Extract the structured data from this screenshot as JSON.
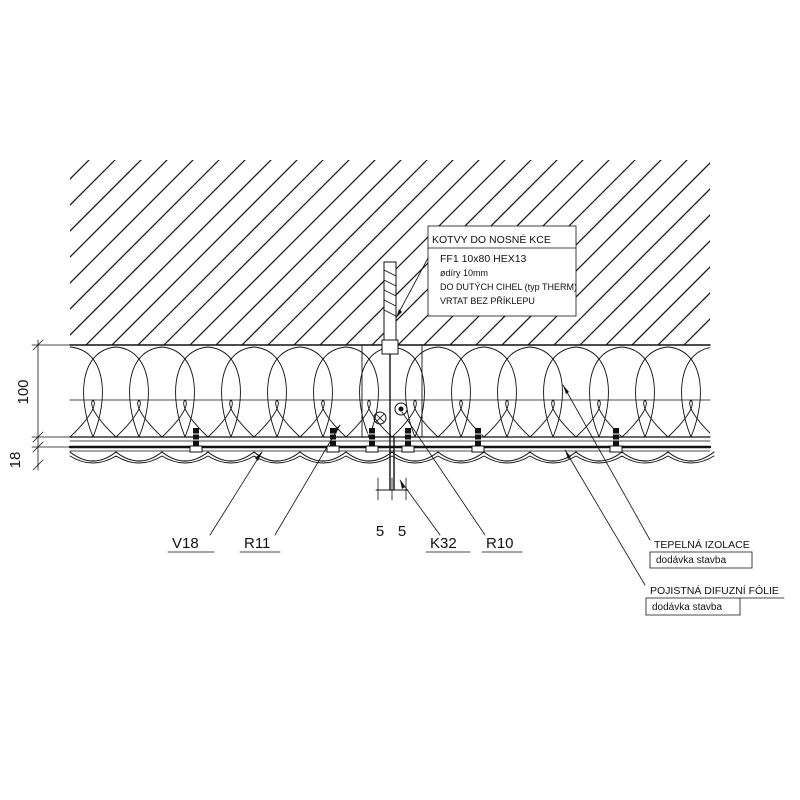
{
  "anchor_note": {
    "line1": "KOTVY DO NOSNÉ KCE",
    "line2": "FF1 10x80 HEX13",
    "line3": "ødíry 10mm",
    "line4": "DO DUTÝCH CIHEL (typ THERM)",
    "line5": "VRTAT BEZ PŘÍKLEPU"
  },
  "dimensions": {
    "insulation": "100",
    "facade": "18",
    "gap_a": "5",
    "gap_b": "5"
  },
  "labels": {
    "v18": "V18",
    "r11": "R11",
    "k32": "K32",
    "r10": "R10"
  },
  "insulation_label": {
    "title": "TEPELNÁ IZOLACE",
    "sub": "dodávka stavba"
  },
  "foil_label": {
    "title": "POJISTNÁ DIFUZNÍ FÓLIE",
    "sub": "dodávka stavba"
  }
}
